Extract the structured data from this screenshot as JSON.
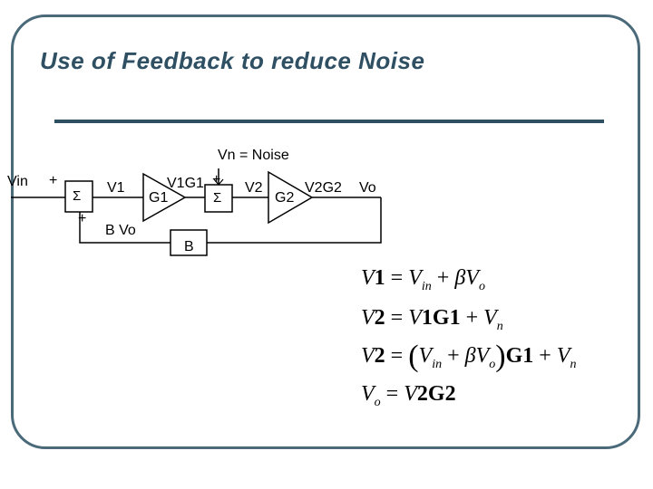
{
  "slide": {
    "title": "Use of Feedback to reduce Noise"
  },
  "diagram": {
    "noise_label": "Vn = Noise",
    "vin_label": "Vin",
    "plus_top": "+",
    "plus_bottom": "+",
    "sum1_symbol": "Σ",
    "v1_label": "V1",
    "g1_label": "G1",
    "v1g1_label": "V1G1",
    "plus_noise": "+",
    "sum2_symbol": "Σ",
    "v2_label": "V2",
    "g2_label": "G2",
    "v2g2_label": "V2G2",
    "vo_label": "Vo",
    "bvo_label": "B Vo",
    "b_label": "B"
  },
  "equations": {
    "eq1": {
      "lhs_v": "V",
      "lhs_n": "1",
      "eq": "=",
      "vin_v": "V",
      "vin_sub": "in",
      "plus": "+",
      "beta": "β",
      "vo_v": "V",
      "vo_sub": "o"
    },
    "eq2": {
      "lhs_v": "V",
      "lhs_n": "2",
      "eq": "=",
      "v": "V",
      "n1": "1",
      "g": "G",
      "n1b": "1",
      "plus": "+",
      "vn_v": "V",
      "vn_sub": "n"
    },
    "eq3": {
      "lhs_v": "V",
      "lhs_n": "2",
      "eq": "=",
      "lparen": "(",
      "vin_v": "V",
      "vin_sub": "in",
      "plus": "+",
      "beta": "β",
      "vo_v": "V",
      "vo_sub": "o",
      "rparen": ")",
      "g": "G",
      "n1": "1",
      "plus2": "+",
      "vn_v": "V",
      "vn_sub": "n"
    },
    "eq4": {
      "vo_v": "V",
      "vo_sub": "o",
      "eq": "=",
      "v": "V",
      "n2": "2",
      "g": "G",
      "n2b": "2"
    }
  }
}
